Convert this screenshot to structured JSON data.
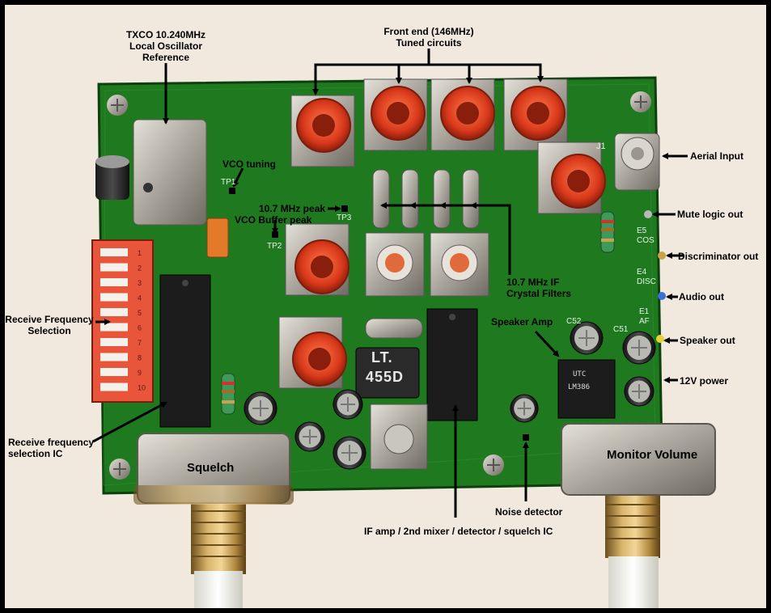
{
  "colors": {
    "frame": "#000000",
    "background": "#f1e9de",
    "pcb": "#1f7a1f",
    "pcb_dark": "#145a14",
    "coil_red": "#e0401a",
    "dip_red": "#e8553a",
    "metal": "#b8b5ae",
    "gold": "#c9a35a"
  },
  "labels": {
    "txco": [
      "TXCO 10.240MHz",
      "Local Oscillator",
      "Reference"
    ],
    "front_end": [
      "Front end (146MHz)",
      "Tuned circuits"
    ],
    "vco_tuning": "VCO tuning",
    "peak_107": "10.7 MHz peak",
    "vco_buffer": "VCO Buffer peak",
    "aerial": "Aerial Input",
    "mute": "Mute logic out",
    "discriminator": "Discriminator out",
    "audio": "Audio out",
    "speaker_out": "Speaker out",
    "power": "12V power",
    "crystal": [
      "10.7 MHz IF",
      "Crystal Filters"
    ],
    "speaker_amp": "Speaker Amp",
    "rx_freq_sel": [
      "Receive Frequency",
      "Selection"
    ],
    "rx_freq_ic": [
      "Receive frequency",
      "selection IC"
    ],
    "squelch": "Squelch",
    "monitor_volume": "Monitor Volume",
    "noise_detector": "Noise detector",
    "if_amp": "IF amp / 2nd mixer / detector / squelch IC"
  },
  "board": {
    "filter_marking": [
      "LT.",
      "455D"
    ],
    "amp_marking": [
      "UTC",
      "LM386"
    ],
    "jack_label": "J1",
    "tp1": "TP1",
    "tp2": "TP2",
    "tp3": "TP3",
    "e5": [
      "E5",
      "COS"
    ],
    "e4": [
      "E4",
      "DISC"
    ],
    "e1": [
      "E1",
      "AF"
    ],
    "c52": "C52",
    "c51": "C51",
    "dip_numbers": [
      "1",
      "2",
      "3",
      "4",
      "5",
      "6",
      "7",
      "8",
      "9",
      "10"
    ]
  }
}
